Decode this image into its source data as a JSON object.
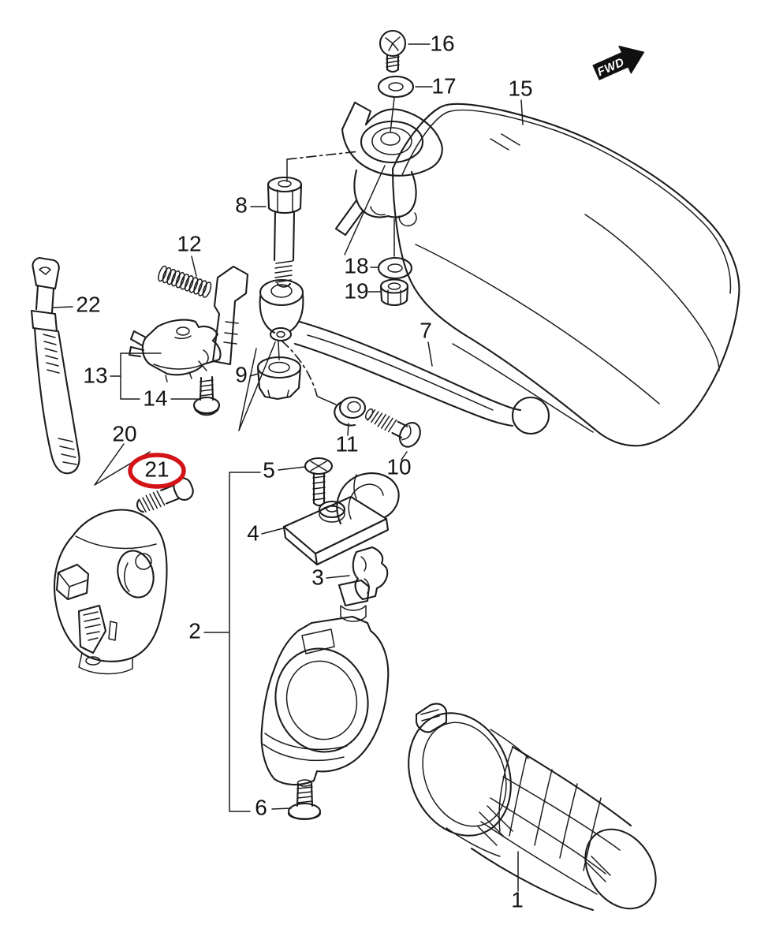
{
  "diagram": {
    "background_color": "#ffffff",
    "line_color": "#1c1c1c",
    "highlight_color": "#d41317",
    "highlighted_part": "21",
    "direction_marker": {
      "text": "FWD"
    },
    "labels": [
      {
        "part": "1",
        "text": "1"
      },
      {
        "part": "2",
        "text": "2"
      },
      {
        "part": "3",
        "text": "3"
      },
      {
        "part": "4",
        "text": "4"
      },
      {
        "part": "5",
        "text": "5"
      },
      {
        "part": "6",
        "text": "6"
      },
      {
        "part": "7",
        "text": "7"
      },
      {
        "part": "8",
        "text": "8"
      },
      {
        "part": "9",
        "text": "9"
      },
      {
        "part": "10",
        "text": "10"
      },
      {
        "part": "11",
        "text": "11"
      },
      {
        "part": "12",
        "text": "12"
      },
      {
        "part": "13",
        "text": "13"
      },
      {
        "part": "14",
        "text": "14"
      },
      {
        "part": "15",
        "text": "15"
      },
      {
        "part": "16",
        "text": "16"
      },
      {
        "part": "17",
        "text": "17"
      },
      {
        "part": "18",
        "text": "18"
      },
      {
        "part": "19",
        "text": "19"
      },
      {
        "part": "20",
        "text": "20"
      },
      {
        "part": "21",
        "text": "21"
      },
      {
        "part": "22",
        "text": "22"
      }
    ]
  }
}
